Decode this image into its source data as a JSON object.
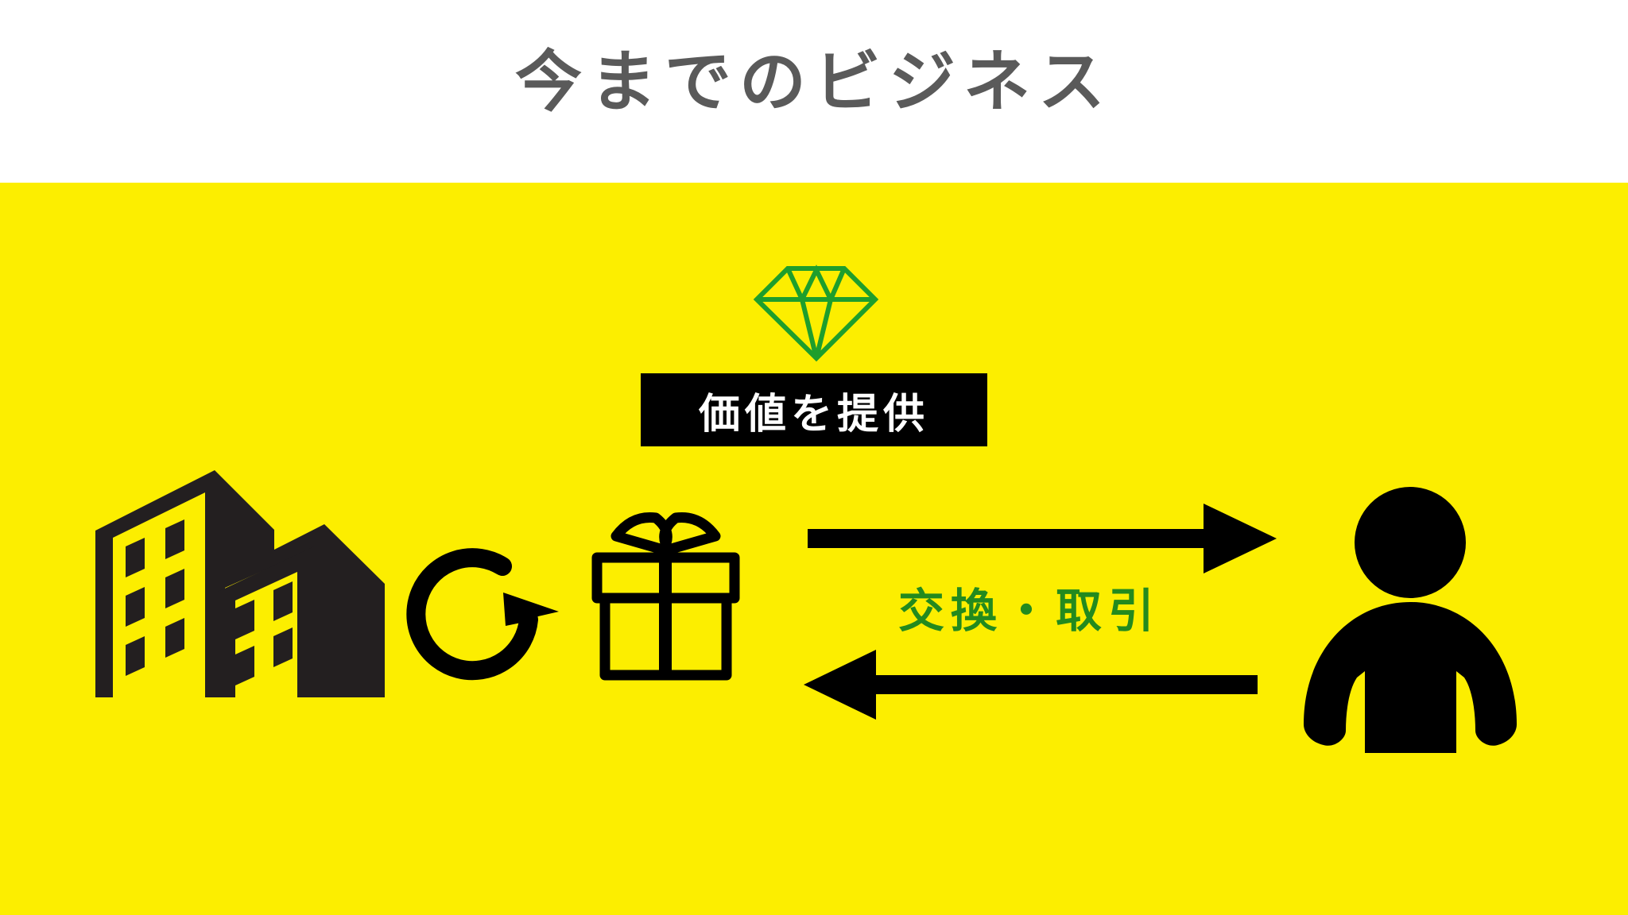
{
  "title": "今までのビジネス",
  "value_label": "価値を提供",
  "exchange_label": "交換・取引",
  "colors": {
    "title_text": "#5a5a5a",
    "background_top": "#ffffff",
    "background_diagram": "#fcee00",
    "icon_black": "#000000",
    "building_fill": "#231f20",
    "diamond_green": "#1e9e2c",
    "exchange_text": "#238a1e",
    "value_text": "#ffffff"
  },
  "icons": {
    "company": "building-icon",
    "cycle": "rotate-arrow-icon",
    "product": "gift-box-icon",
    "value": "diamond-icon",
    "customer": "person-icon",
    "flow_out": "arrow-right-icon",
    "flow_in": "arrow-left-icon"
  }
}
